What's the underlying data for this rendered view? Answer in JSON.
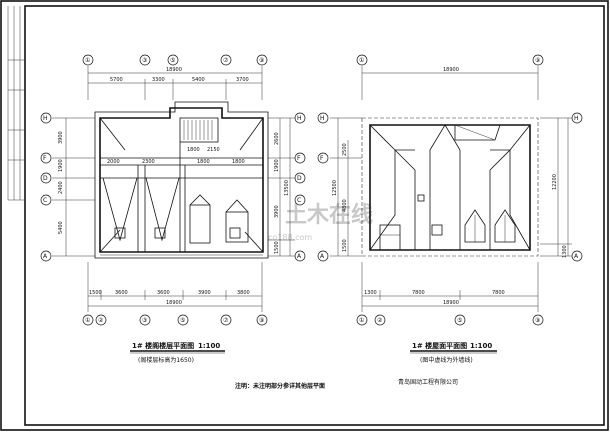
{
  "sheet": {
    "watermark_main": "土木在线",
    "watermark_sub": "co188.com"
  },
  "left_plan": {
    "top_dims": [
      "5700",
      "3300",
      "5400",
      "3700"
    ],
    "top_total": "18900",
    "bottom_dims": [
      "1500",
      "3600",
      "3600",
      "3900",
      "3800"
    ],
    "bottom_total": "18900",
    "left_dims": [
      "3900",
      "1900",
      "2400",
      "5400"
    ],
    "right_dims": [
      "2600",
      "1900",
      "3900",
      "1500"
    ],
    "right_total": "13500",
    "top_axes": [
      "①",
      "③",
      "⑤",
      "⑦",
      "⑨"
    ],
    "bottom_axes": [
      "①",
      "②",
      "③",
      "⑤",
      "⑦",
      "⑨"
    ],
    "left_axes": [
      "H",
      "F",
      "D",
      "C",
      "A"
    ],
    "right_axes": [
      "H",
      "F",
      "D",
      "C",
      "A"
    ],
    "inner_dims": [
      "2000",
      "2300",
      "1800",
      "2150",
      "1800",
      "1800"
    ],
    "title": "1# 楼阁楼层平面图",
    "scale": "1:100",
    "subtitle": "(阁楼层标高为1650)"
  },
  "right_plan": {
    "top_total": "18900",
    "bottom_dims": [
      "1300",
      "7800",
      "7800"
    ],
    "bottom_total": "18900",
    "left_total": "12500",
    "left_dims": [
      "2500",
      "4800",
      "1500"
    ],
    "right_dims": [
      "12200",
      "1300"
    ],
    "top_axes": [
      "①",
      "⑨"
    ],
    "bottom_axes": [
      "①",
      "②",
      "⑤",
      "⑨"
    ],
    "left_axes": [
      "H",
      "F",
      "A"
    ],
    "right_axes": [
      "H",
      "A"
    ],
    "title": "1# 楼屋面平面图",
    "scale": "1:100",
    "subtitle": "(图中虚线为外墙线)"
  },
  "footer": {
    "note": "注明：未注明部分参详其他层平面",
    "company": "青岛国动工程有限公司"
  }
}
